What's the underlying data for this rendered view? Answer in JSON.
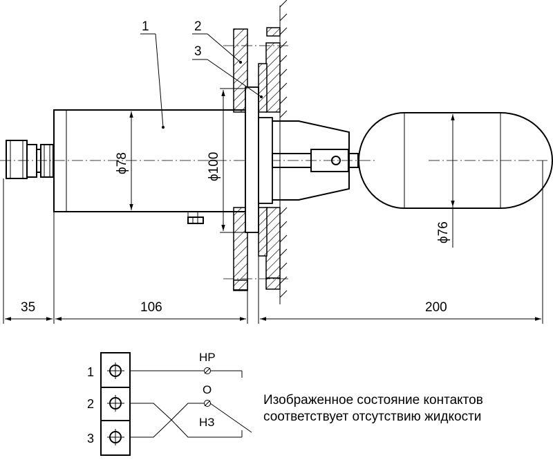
{
  "callouts": [
    "1",
    "2",
    "3"
  ],
  "dimensions": {
    "d_body": "ϕ78",
    "d_flange": "ϕ100",
    "d_float": "ϕ76",
    "len_connector": "35",
    "len_body": "106",
    "len_float": "200"
  },
  "terminals": [
    "1",
    "2",
    "3"
  ],
  "contacts": {
    "no": "НР",
    "common": "О",
    "nc": "НЗ"
  },
  "note": {
    "line1": "Изображенное состояние контактов",
    "line2": "соответствует отсутствию жидкости"
  }
}
